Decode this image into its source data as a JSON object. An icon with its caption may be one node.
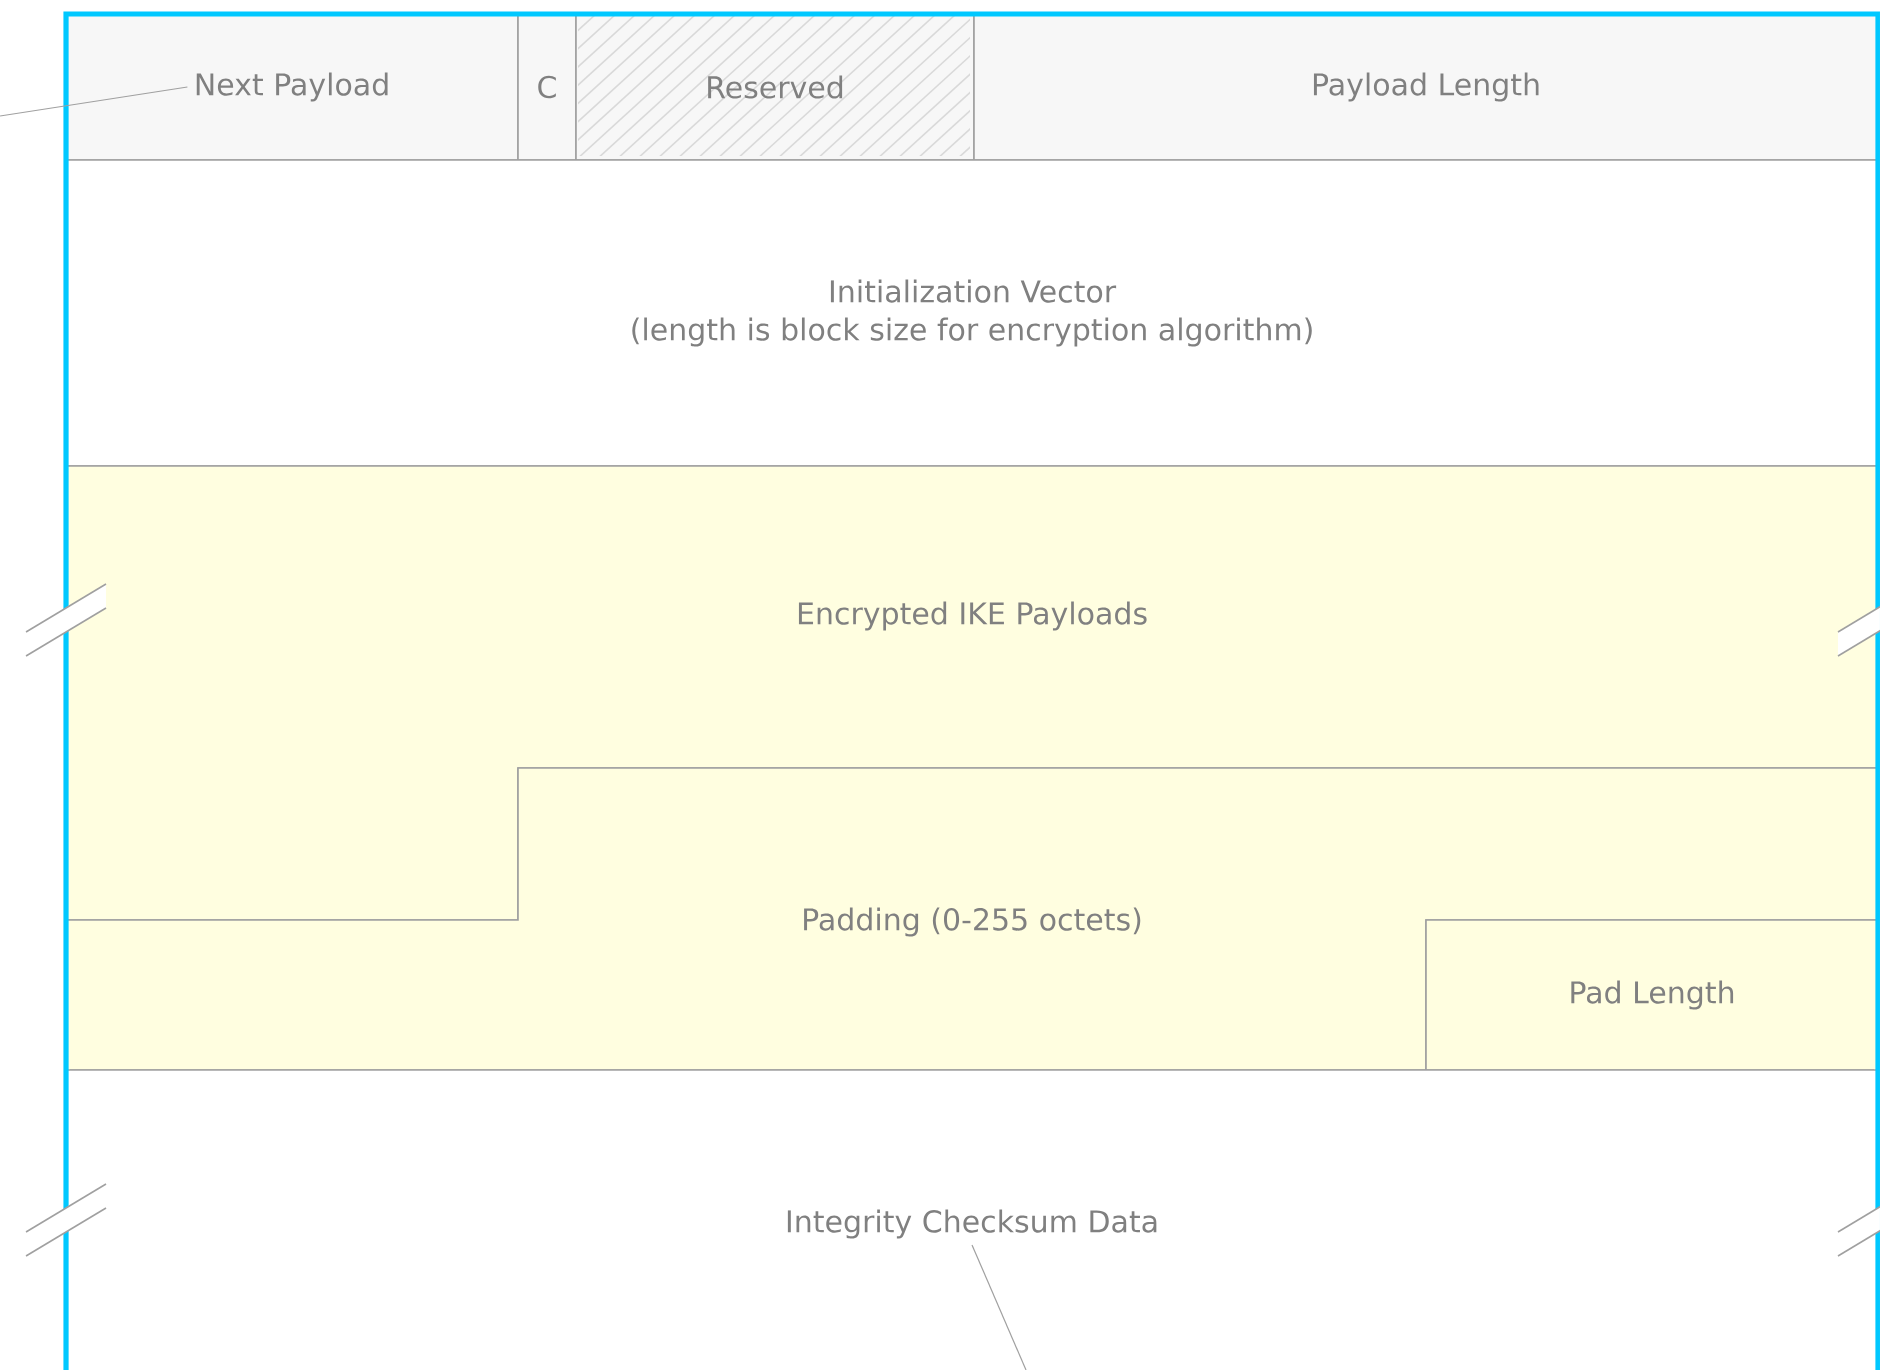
{
  "diagram": {
    "nodes": [
      {
        "text": [
          "Next Payload"
        ]
      },
      {
        "text": [
          "C"
        ]
      },
      {
        "text": [
          "Reserved"
        ]
      },
      {
        "text": [
          "Payload Length"
        ]
      },
      {
        "text": [
          "Initialization Vector",
          "(length is block size for encryption algorithm)"
        ]
      },
      {
        "text": [
          "Encrypted IKE Payloads"
        ]
      },
      {
        "text": [
          "Padding (0-255 octets)"
        ]
      },
      {
        "text": [
          "Pad Length"
        ]
      },
      {
        "text": [
          "Integrity Checksum Data"
        ]
      }
    ],
    "edges": [
      {
        "from": 0,
        "to": null,
        "arrow": "none"
      },
      {
        "from": 8,
        "to": null,
        "arrow": "none"
      }
    ]
  }
}
